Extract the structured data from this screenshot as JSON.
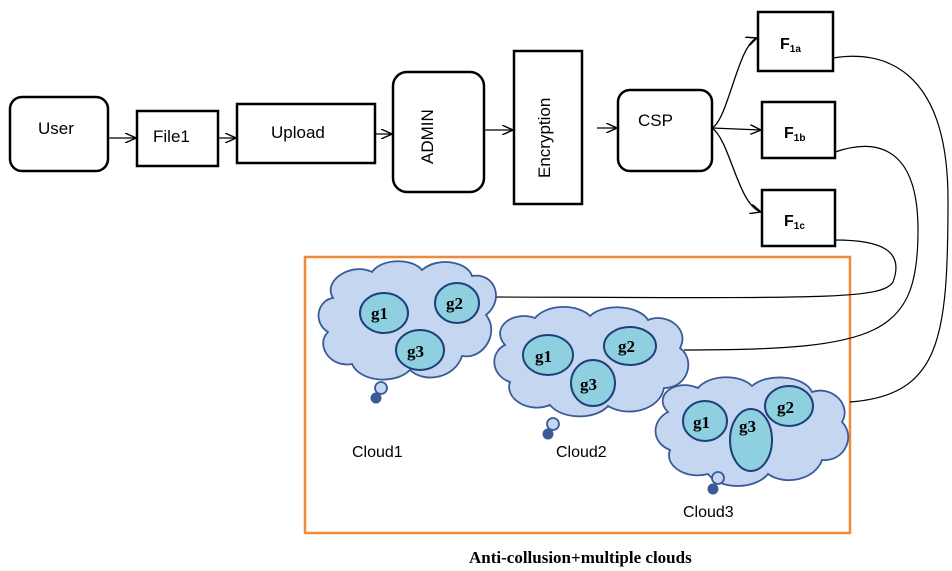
{
  "flow": {
    "user": "User",
    "file": "File1",
    "upload": "Upload",
    "admin": "ADMIN",
    "encryption": "Encryption",
    "csp": "CSP"
  },
  "fragments": [
    {
      "main": "F",
      "sub": "1a"
    },
    {
      "main": "F",
      "sub": "1b"
    },
    {
      "main": "F",
      "sub": "1c"
    }
  ],
  "clouds": [
    {
      "label": "Cloud1",
      "groups": [
        "g1",
        "g2",
        "g3"
      ]
    },
    {
      "label": "Cloud2",
      "groups": [
        "g1",
        "g2",
        "g3"
      ]
    },
    {
      "label": "Cloud3",
      "groups": [
        "g1",
        "g2",
        "g3"
      ]
    }
  ],
  "caption": "Anti-collusion+multiple clouds",
  "colors": {
    "cloud_fill": "#c5d6f0",
    "cloud_stroke": "#3a5a98",
    "group_fill": "#8ecfe0",
    "group_stroke": "#1f3f7a",
    "container_border": "#f08a3a"
  }
}
